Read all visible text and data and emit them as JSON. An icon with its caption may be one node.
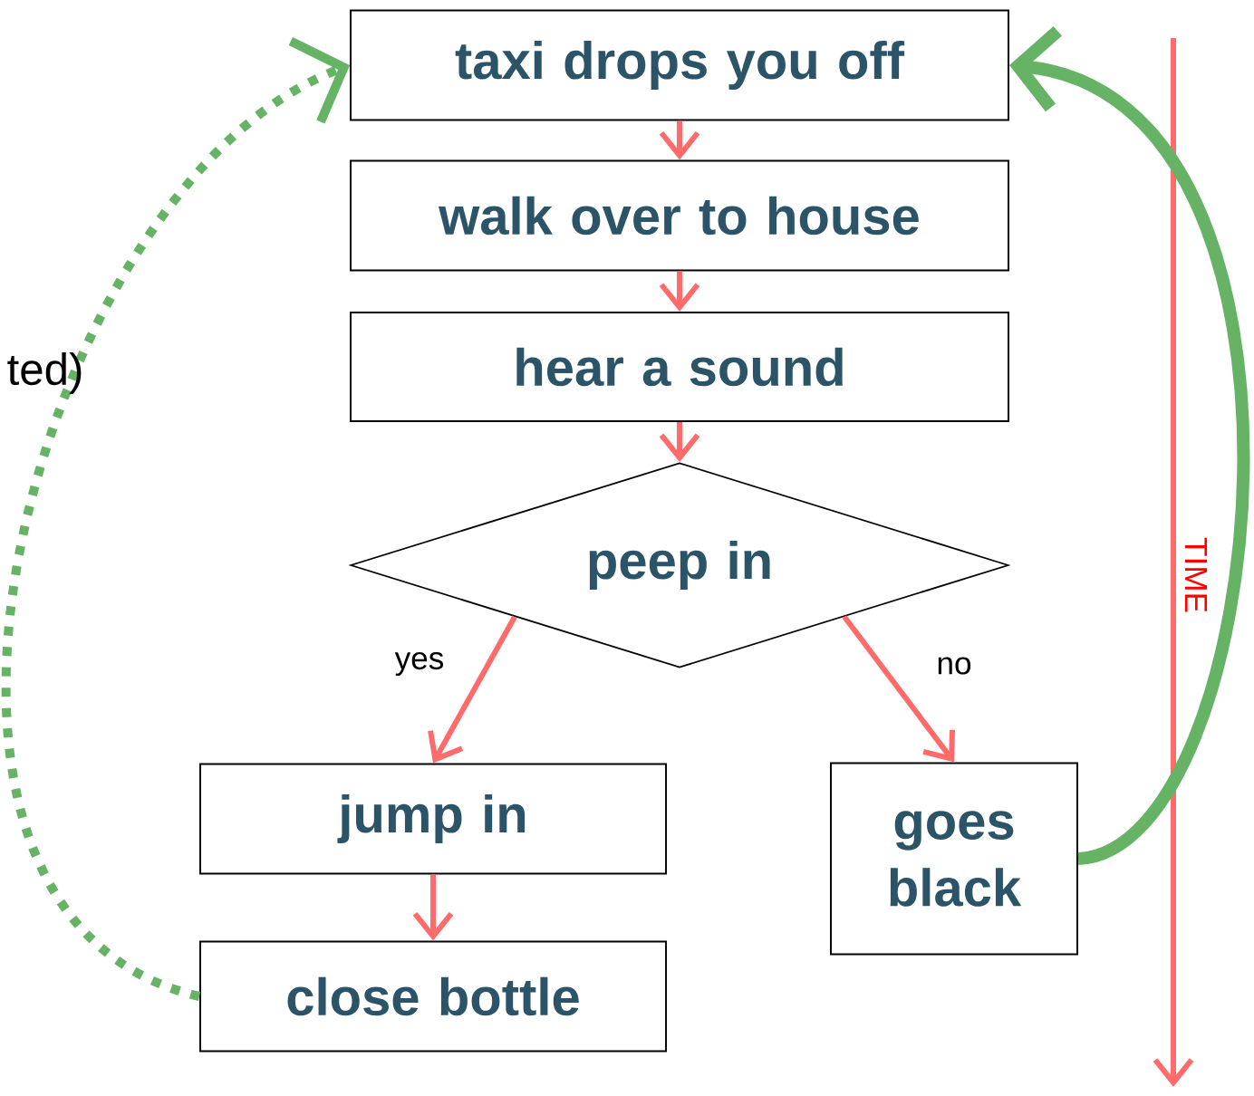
{
  "diagram": {
    "nodes": [
      {
        "text": [
          "taxi drops you off"
        ]
      },
      {
        "text": [
          "walk over to house"
        ]
      },
      {
        "text": [
          "hear a sound"
        ]
      },
      {
        "text": [
          "peep in"
        ]
      },
      {
        "text": [
          "jump in"
        ]
      },
      {
        "text": [
          "goes black"
        ]
      },
      {
        "text": [
          "close bottle"
        ]
      }
    ],
    "edges": [
      {
        "from": 0,
        "to": 1,
        "arrow": "to"
      },
      {
        "from": 1,
        "to": 2,
        "arrow": "to"
      },
      {
        "from": 2,
        "to": 3,
        "arrow": "to"
      },
      {
        "from": 3,
        "to": 4,
        "arrow": "to",
        "label": "yes"
      },
      {
        "from": 3,
        "to": 5,
        "arrow": "to",
        "label": "no"
      },
      {
        "from": 4,
        "to": 6,
        "arrow": "to"
      },
      {
        "from": 6,
        "to": 0,
        "arrow": "to",
        "style": "dashed",
        "color": "#66b366"
      },
      {
        "from": 5,
        "to": 0,
        "arrow": "to",
        "style": "thick",
        "color": "#66b366"
      }
    ],
    "labels": [
      "ted)",
      "TIME"
    ]
  }
}
